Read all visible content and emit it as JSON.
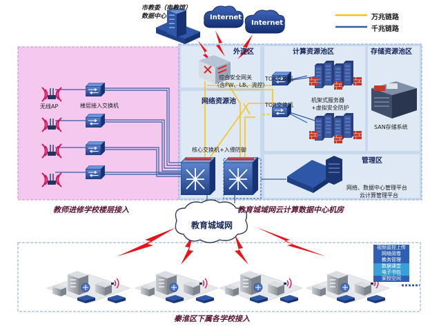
{
  "legend": {
    "items": [
      {
        "label": "万兆链路",
        "color": "#f5c518"
      },
      {
        "label": "千兆链路",
        "color": "#2e5aa8"
      }
    ]
  },
  "datacenter": {
    "label_line1": "市教委（电教馆）",
    "label_line2": "数据中心"
  },
  "internet": {
    "cloud1": "Internet",
    "cloud2": "Internet"
  },
  "zones": {
    "dmz": "外连区",
    "compute": "计算资源池区",
    "storage": "存储资源池区",
    "network": "网络资源池",
    "management": "管理区"
  },
  "devices": {
    "gateway_line1": "综合安全网关",
    "gateway_line2": "（含FW、LB、流控）",
    "tor1": "TOR交换机",
    "tor2": "TOR交换机",
    "rack_line1": "机架式服务器",
    "rack_line2": "+虚拟安全防护",
    "san": "SAN存储系统",
    "core": "核心交换机+入侵防御",
    "mgmt_line1": "网络、数据中心管理平台",
    "mgmt_line2": "云计算管理平台",
    "floor_switch": "楼层接入交换机",
    "wireless_ap": "无线AP"
  },
  "captions": {
    "left": "教师进修学校楼层接入",
    "center": "教育城域网云计算数据中心机房",
    "bottom": "秦淮区下属各学校接入"
  },
  "metro": "教育城域网",
  "services": [
    {
      "label": "视频监控上传",
      "color": "#2f5fb3"
    },
    {
      "label": "网络阅卷",
      "color": "#2f5fb3"
    },
    {
      "label": "教务管理",
      "color": "#2f5fb3"
    },
    {
      "label": "数据课堂",
      "color": "#3aa0d8"
    },
    {
      "label": "电子书包",
      "color": "#3aa0d8"
    },
    {
      "label": "家校空间",
      "color": "#2f5fb3"
    }
  ],
  "colors": {
    "pink_zone": "#f5c9ef",
    "blue_zone": "#c8d8ee",
    "panel": "#dfe9f6",
    "device": "#2e57a8",
    "signal": "#d0155b",
    "lightning": "#e8141b",
    "gold_link": "#f5c518",
    "blue_link": "#2e5aa8"
  }
}
